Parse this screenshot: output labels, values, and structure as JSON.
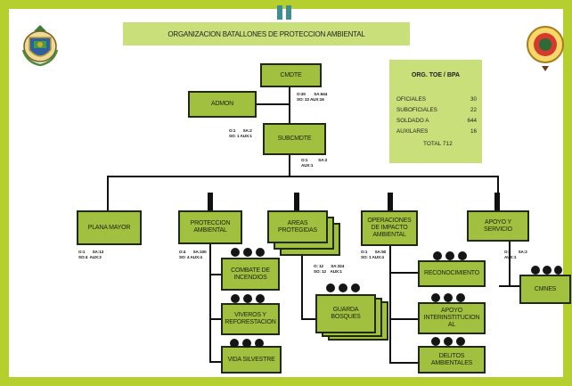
{
  "title": "ORGANIZACION BATALLONES DE PROTECCION AMBIENTAL",
  "colors": {
    "box": "#a2c040",
    "panel": "#c9df7a",
    "frame": "#b5cf2f",
    "accent_bar": "#3d8f93",
    "line": "#111111"
  },
  "emblems": {
    "left": "shield-emblem-icon",
    "right": "seal-emblem-icon"
  },
  "summary": {
    "heading": "ORG. TOE / BPA",
    "rows": [
      {
        "label": "OFICIALES",
        "value": "30"
      },
      {
        "label": "SUBOFICIALES",
        "value": "22"
      },
      {
        "label": "SOLDADO   A",
        "value": "644"
      },
      {
        "label": "AUXILARES",
        "value": "16"
      }
    ],
    "total": "TOTAL 712"
  },
  "nodes": {
    "cmdte": "CMDTE",
    "admon": "ADMON",
    "subcmdte": "SUBCMDTE",
    "plana_mayor": "PLANA MAYOR",
    "proteccion": "PROTECCION AMBIENTAL",
    "areas": "AREAS PROTEGIDAS",
    "operaciones": "OPERACIONES DE IMPACTO AMBIENTAL",
    "apoyo": "APOYO Y SERVICIO",
    "combate": "COMBATE DE INCENDIOS",
    "viveros": "VIVEROS Y REFORESTACION",
    "vida": "VIDA SILVESTRE",
    "guarda": "GUARDA BOSQUES",
    "reconocimiento": "RECONOCIMIENTO",
    "apoyo_inter": "APOYO INTERINSTITUCION AL",
    "delitos": "DELITOS AMBIENTALES",
    "cmnes": "CMNES"
  },
  "notes": {
    "cmdte": "O:30        SA:644\nSO: 22 AUX:16",
    "subcmdte_left": "O:1       SA:2\nSO: 1 AUX:1",
    "subcmdte_bottom": "O:1          SA:2\nAUX:1",
    "plana": "O:1       SA:13\nSO:4  AUX:2",
    "proteccion": "O:4       SA:100\nSO: 4 AUX:4",
    "areas": "O: 12       SA:324\nSO: 12    AUX:1",
    "operaciones": "O:1       SA:50\nSO: 1 AUX:4",
    "apoyo": "O:1       SA:2\nAUX:1"
  }
}
